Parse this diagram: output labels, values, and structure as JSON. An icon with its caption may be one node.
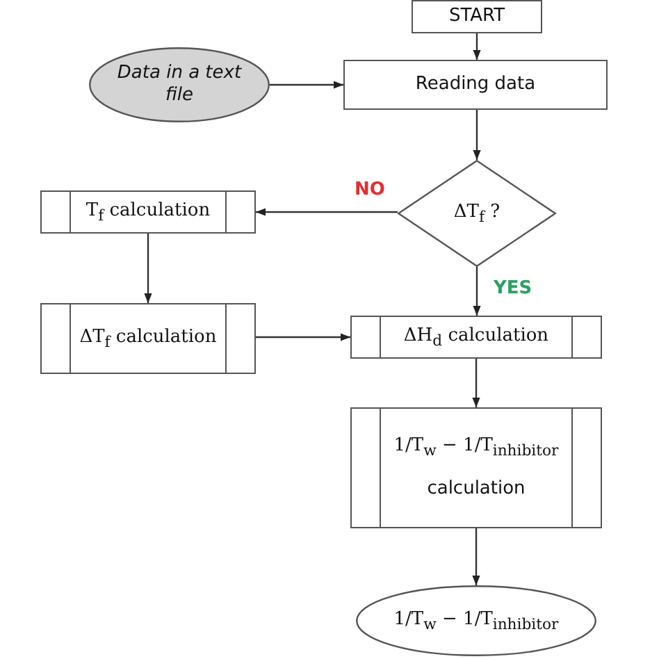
{
  "diagram": {
    "nodes": [
      {
        "text": [
          "START"
        ]
      },
      {
        "text": [
          "Data in a text file"
        ]
      },
      {
        "text": [
          "Reading data"
        ]
      },
      {
        "text": [
          "ΔT$_{f}$ ?"
        ]
      },
      {
        "text": [
          "T$_{f}$ calculation"
        ]
      },
      {
        "text": [
          "ΔT$_{f}$ calculation"
        ]
      },
      {
        "text": [
          "ΔH$_{d}$ calculation"
        ]
      },
      {
        "text": [
          "1/T$_{w}$ − 1/T$_{inhibitor}$",
          "calculation"
        ]
      },
      {
        "text": [
          "1/T$_{w}$ − 1/T$_{inhibitor}$"
        ]
      }
    ],
    "edges": [
      {
        "from": 0,
        "to": 2,
        "arrow": "to"
      },
      {
        "from": 1,
        "to": 2,
        "arrow": "to"
      },
      {
        "from": 2,
        "to": 3,
        "arrow": "to"
      },
      {
        "from": 3,
        "to": 4,
        "arrow": "to",
        "label": "NO"
      },
      {
        "from": 3,
        "to": 6,
        "arrow": "to",
        "label": "YES"
      },
      {
        "from": 4,
        "to": 5,
        "arrow": "to"
      },
      {
        "from": 5,
        "to": 6,
        "arrow": "to"
      },
      {
        "from": 6,
        "to": 7,
        "arrow": "to"
      },
      {
        "from": 7,
        "to": 8,
        "arrow": "to"
      }
    ]
  }
}
